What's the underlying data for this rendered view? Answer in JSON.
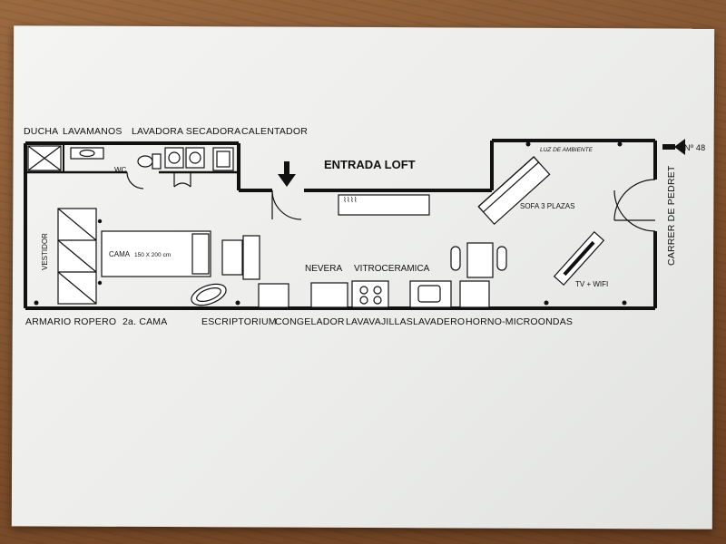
{
  "plan": {
    "top_labels": {
      "ducha": "DUCHA",
      "lavamanos": "LAVAMANOS",
      "lavadora_secadora": "LAVADORA SECADORA",
      "calentador": "CALENTADOR"
    },
    "entrance": "ENTRADA LOFT",
    "street_number": "Nº 48",
    "street": "CARRER DE PEDRET",
    "rooms": {
      "wc": "WC",
      "vestidor": "VESTIDOR",
      "cama": "CAMA",
      "cama_size": "150 X 200 cm",
      "sofa": "SOFA 3 PLAZAS",
      "luz": "LUZ DE AMBIENTE",
      "tv": "TV + WIFI",
      "nevera": "NEVERA",
      "vitroceramica": "VITROCERAMICA"
    },
    "bottom_labels": {
      "armario": "ARMARIO ROPERO",
      "segunda_cama": "2a. CAMA",
      "escriptorium": "ESCRIPTORIUM",
      "congelador": "CONGELADOR",
      "lavavajillas": "LAVAVAJILLAS",
      "lavadero": "LAVADERO",
      "horno": "HORNO-MICROONDAS"
    }
  }
}
